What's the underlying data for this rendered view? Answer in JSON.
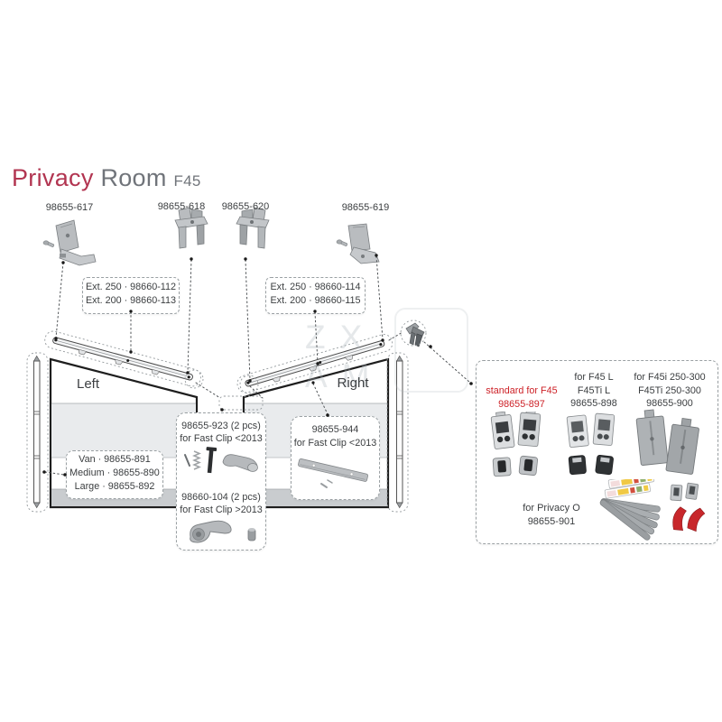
{
  "page_title": {
    "primary": "Privacy",
    "secondary": "Room",
    "model": "F45"
  },
  "watermark": {
    "line1": "ZX",
    "line2": "AM"
  },
  "top_parts": {
    "p617": "98655-617",
    "p618": "98655-618",
    "p620": "98655-620",
    "p619": "98655-619"
  },
  "extension_boxes": {
    "left": {
      "line1": "Ext. 250 · 98660-112",
      "line2": "Ext. 200 · 98660-113"
    },
    "right": {
      "line1": "Ext. 250 · 98660-114",
      "line2": "Ext. 200 · 98660-115"
    }
  },
  "awning": {
    "left": "Left",
    "right": "Right"
  },
  "size_box": {
    "van": "Van · 98655-891",
    "medium": "Medium · 98655-890",
    "large": "Large · 98655-892"
  },
  "fastclip_box": {
    "old": {
      "line1": "98655-923 (2 pcs)",
      "line2": "for Fast Clip <2013"
    },
    "new": {
      "line1": "98660-104 (2 pcs)",
      "line2": "for Fast Clip >2013"
    }
  },
  "rail_box": {
    "line1": "98655-944",
    "line2": "for Fast Clip <2013"
  },
  "kit_box": {
    "standard": {
      "line1": "standard for F45",
      "line2": "98655-897"
    },
    "f45l": {
      "line1": "for F45 L",
      "line2": "F45Ti L",
      "line3": "98655-898"
    },
    "f45i": {
      "line1": "for F45i 250-300",
      "line2": "F45Ti 250-300",
      "line3": "98655-900"
    },
    "privacy_o": {
      "line1": "for Privacy O",
      "line2": "98655-901"
    }
  },
  "colors": {
    "brand_red": "#b23551",
    "highlight_red": "#cd2127",
    "text": "#3b3e40"
  }
}
